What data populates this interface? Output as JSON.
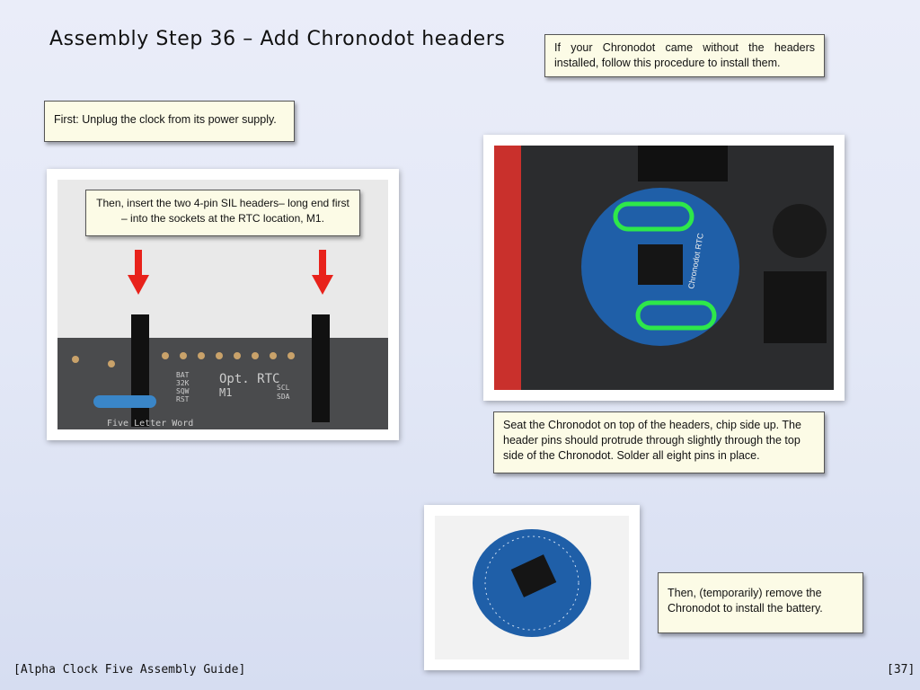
{
  "title": "Assembly Step 36 – Add Chronodot headers",
  "notes": {
    "intro": "If your Chronodot came without the headers installed, follow this procedure to install them.",
    "first": "First: Unplug the clock from its power supply.",
    "insert": "Then, insert the two 4-pin SIL headers– long end first – into the sockets at the RTC location, M1.",
    "seat": "Seat the Chronodot on top of the headers, chip side up. The header pins should protrude through slightly through the top side of the Chronodot.  Solder all eight pins in place.",
    "remove": "Then, (temporarily) remove the Chronodot to install the battery."
  },
  "pcb_labels": {
    "rtc": "Opt. RTC",
    "m1": "M1",
    "bat": "BAT",
    "k32": "32K",
    "sqw": "SQW",
    "rst": "RST",
    "scl": "SCL",
    "sda": "SDA",
    "brand": "Five Letter Word",
    "chronodot": "Chronodot RTC"
  },
  "footer": {
    "guide": "[Alpha Clock Five Assembly Guide]",
    "page": "[37]"
  },
  "colors": {
    "note_bg": "#fcfbe6",
    "arrow": "#e8221b",
    "pcb_blue": "#1f5fa8",
    "highlight": "#2ee84a"
  }
}
